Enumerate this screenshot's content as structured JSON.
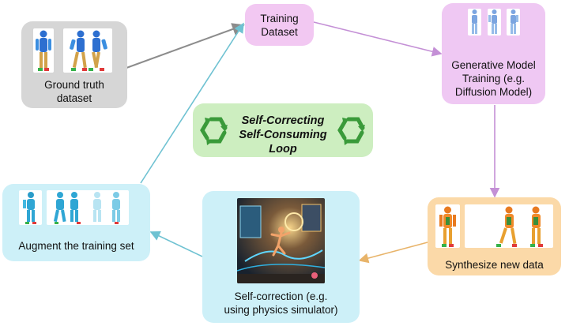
{
  "nodes": {
    "ground_truth": {
      "label": "Ground truth\ndataset",
      "color": "#d6d6d6"
    },
    "training_dataset": {
      "label": "Training\nDataset",
      "color": "#f2c8f2"
    },
    "generative_model": {
      "label": "Generative Model\nTraining (e.g.\nDiffusion Model)",
      "color": "#efc8f3"
    },
    "synthesize": {
      "label": "Synthesize new data",
      "color": "#fbd9a8"
    },
    "self_correction": {
      "label": "Self-correction (e.g.\nusing physics simulator)",
      "color": "#cdf0f8"
    },
    "augment": {
      "label": "Augment the training set",
      "color": "#cdf0f8"
    }
  },
  "center": {
    "title": "Self-Correcting\nSelf-Consuming\nLoop",
    "color": "#cdeec0",
    "icon": "recycle-icon",
    "icon_color": "#3a9a3a"
  },
  "edges": [
    {
      "from": "ground_truth",
      "to": "training_dataset",
      "color": "#8c8c8c"
    },
    {
      "from": "training_dataset",
      "to": "generative_model",
      "color": "#c490d6"
    },
    {
      "from": "generative_model",
      "to": "synthesize",
      "color": "#c490d6"
    },
    {
      "from": "synthesize",
      "to": "self_correction",
      "color": "#e8b46a"
    },
    {
      "from": "self_correction",
      "to": "augment",
      "color": "#6fc2d2"
    },
    {
      "from": "augment",
      "to": "training_dataset",
      "color": "#6fc2d2"
    }
  ]
}
